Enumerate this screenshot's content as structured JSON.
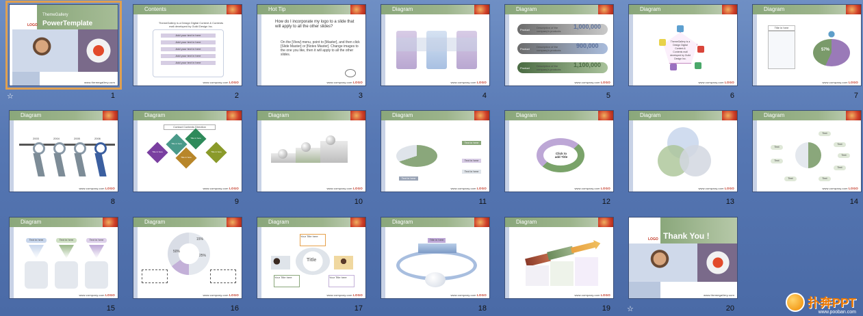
{
  "slides": [
    {
      "number": "1",
      "title": "ThemeGallery",
      "subtitle": "PowerTemplate",
      "logo": "LOGO",
      "footer": "www.themegallery.com"
    },
    {
      "number": "2",
      "header": "Contents",
      "intro": "ThemeGallery is a Design Digital Content & Contents mall developed by Guild Design Inc.",
      "items": [
        "Add your text in here",
        "Add your text in here",
        "Add your text in here",
        "Add your text in here",
        "Add your text in here"
      ]
    },
    {
      "number": "3",
      "header": "Hot Tip",
      "question": "How do I incorporate my logo to a slide that will apply to all the other slides?",
      "answer": "On the [View] menu, point to [Master], and then click [Slide Master] or [Notes Master]. Change images to the one you like, then it will apply to all the other slides."
    },
    {
      "number": "4",
      "header": "Diagram"
    },
    {
      "number": "5",
      "header": "Diagram",
      "rows": [
        {
          "label": "Product",
          "desc": "Description of the company's products",
          "value": "1,000,000"
        },
        {
          "label": "Product",
          "desc": "Description of the company's products",
          "value": "900,000"
        },
        {
          "label": "Product",
          "desc": "Description of the company's products",
          "value": "1,100,000"
        }
      ]
    },
    {
      "number": "6",
      "header": "Diagram",
      "center": "ThemeGallery is a Design Digital Content & Contents mall developed by Guild Design Inc."
    },
    {
      "number": "7",
      "header": "Diagram",
      "box": "Title in here",
      "pct": "57%"
    },
    {
      "number": "8",
      "header": "Diagram",
      "years": [
        "2003",
        "2004",
        "2005",
        "2006"
      ]
    },
    {
      "number": "9",
      "header": "Diagram",
      "top": "Contact Contents Direction",
      "diamonds": [
        "Title in here",
        "Title in here",
        "Title in here",
        "Title in here",
        "Title in here"
      ]
    },
    {
      "number": "10",
      "header": "Diagram"
    },
    {
      "number": "11",
      "header": "Diagram",
      "labels": [
        "Text in here",
        "Text in here",
        "Text in here",
        "Text in here"
      ]
    },
    {
      "number": "12",
      "header": "Diagram",
      "center": "Click to add Title"
    },
    {
      "number": "13",
      "header": "Diagram"
    },
    {
      "number": "14",
      "header": "Diagram",
      "pills": [
        "Text",
        "Text",
        "Text",
        "Text",
        "Text",
        "Text",
        "Text",
        "Text"
      ]
    },
    {
      "number": "15",
      "header": "Diagram",
      "tabs": [
        "Text in here",
        "Text in here",
        "Text in here"
      ]
    },
    {
      "number": "16",
      "header": "Diagram",
      "pcts": [
        "50%",
        "15%",
        "25%"
      ]
    },
    {
      "number": "17",
      "header": "Diagram",
      "center": "Title",
      "boxes": [
        "Your Title here",
        "Your Title here",
        "Your Title here"
      ]
    },
    {
      "number": "18",
      "header": "Diagram",
      "top": "Title in here"
    },
    {
      "number": "19",
      "header": "Diagram"
    },
    {
      "number": "20",
      "title": "Thank You !",
      "logo": "LOGO",
      "footer": "www.themegallery.com"
    }
  ],
  "watermark": {
    "brand": "扑奔PPT",
    "url": "www.pooban.com"
  },
  "colors": {
    "accent": "#8aa77b",
    "selection": "#e0a050",
    "background": "#5677b3"
  }
}
